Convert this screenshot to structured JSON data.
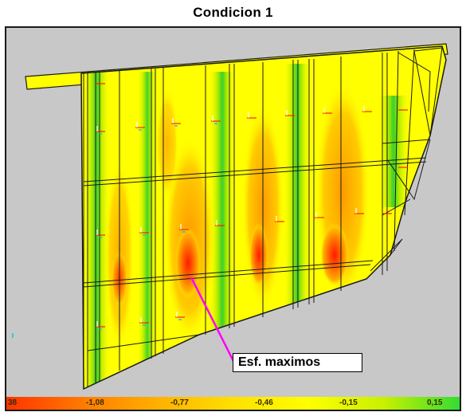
{
  "title": "Condicion 1",
  "annotation": {
    "label": "Esf. maximos",
    "line_color": "#ff00ff"
  },
  "color_scale": {
    "stops": [
      "#ff3300",
      "#ff7a00",
      "#ffb000",
      "#ffe000",
      "#ffff00",
      "#c8f000",
      "#33dd33"
    ],
    "tick_labels": [
      "38",
      "-1,08",
      "-0,77",
      "-0,46",
      "-0,15",
      "0,15"
    ]
  },
  "colors": {
    "background": "#c8c8c8",
    "mesh_line": "#1a1a1a",
    "structure_fill": "#ffff00",
    "tension_high": "#ff2200",
    "tension_mid": "#ff9900",
    "compression": "#33dd33"
  }
}
